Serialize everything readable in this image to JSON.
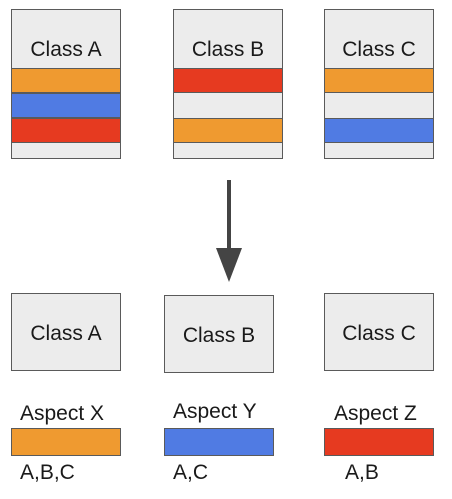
{
  "colors": {
    "orange": "#ef9a30",
    "blue": "#507be3",
    "red": "#e63a20",
    "box_fill": "#ececec",
    "border": "#5a5a5a",
    "arrow": "#444444"
  },
  "top": {
    "classes": [
      {
        "title": "Class A",
        "stripes": [
          "orange",
          "blue",
          "red"
        ]
      },
      {
        "title": "Class B",
        "stripes": [
          "red",
          "none",
          "orange"
        ]
      },
      {
        "title": "Class C",
        "stripes": [
          "orange",
          "none",
          "blue"
        ]
      }
    ]
  },
  "bottom": {
    "classes": [
      {
        "title": "Class A"
      },
      {
        "title": "Class B"
      },
      {
        "title": "Class C"
      }
    ],
    "aspects": [
      {
        "name": "Aspect X",
        "color": "orange",
        "applies_to": "A,B,C"
      },
      {
        "name": "Aspect Y",
        "color": "blue",
        "applies_to": "A,C"
      },
      {
        "name": "Aspect Z",
        "color": "red",
        "applies_to": "A,B"
      }
    ]
  }
}
